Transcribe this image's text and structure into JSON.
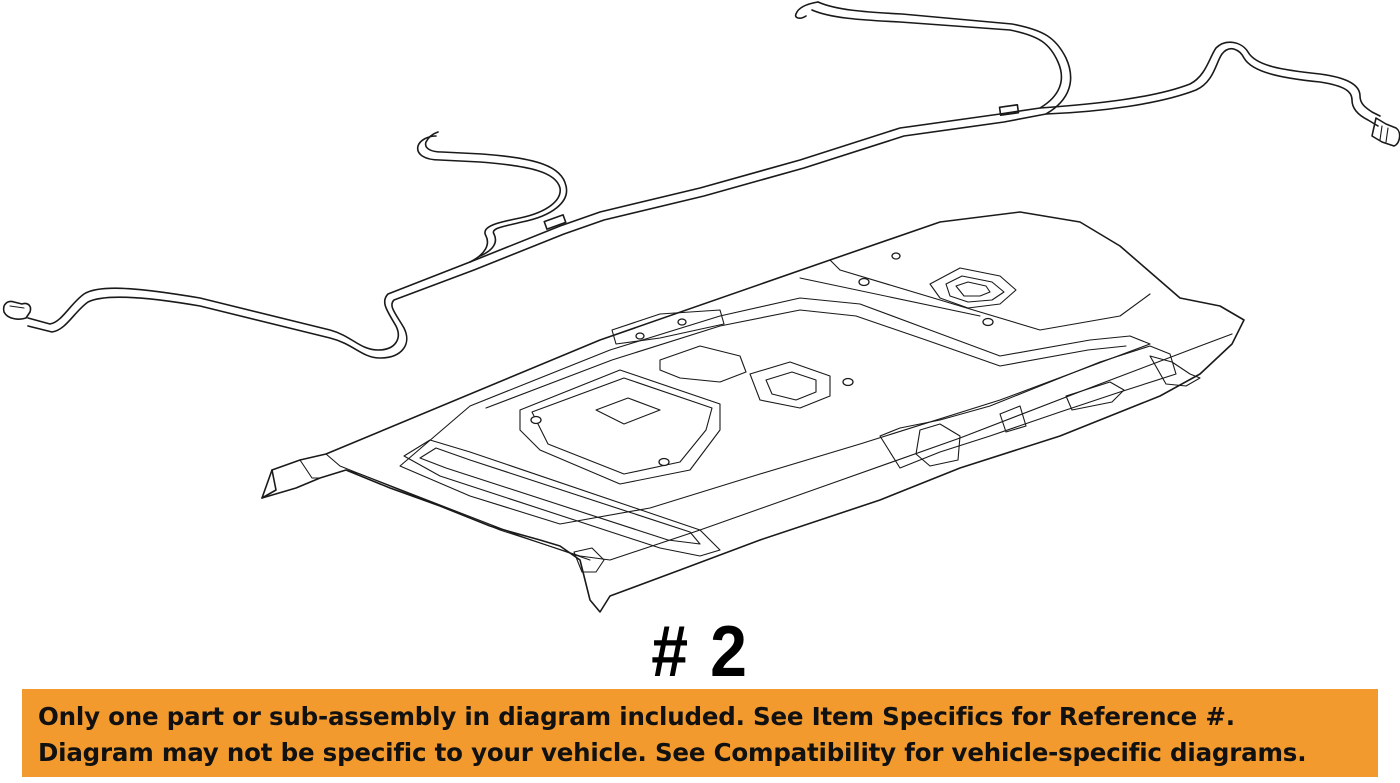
{
  "diagram": {
    "reference_label": "# 2"
  },
  "notice": {
    "line1": "Only one part or sub-assembly in diagram included. See Item Specifics for Reference #.",
    "line2": "Diagram may not be specific to your vehicle. See Compatibility for vehicle-specific diagrams.",
    "background_color": "#f39a2e"
  }
}
